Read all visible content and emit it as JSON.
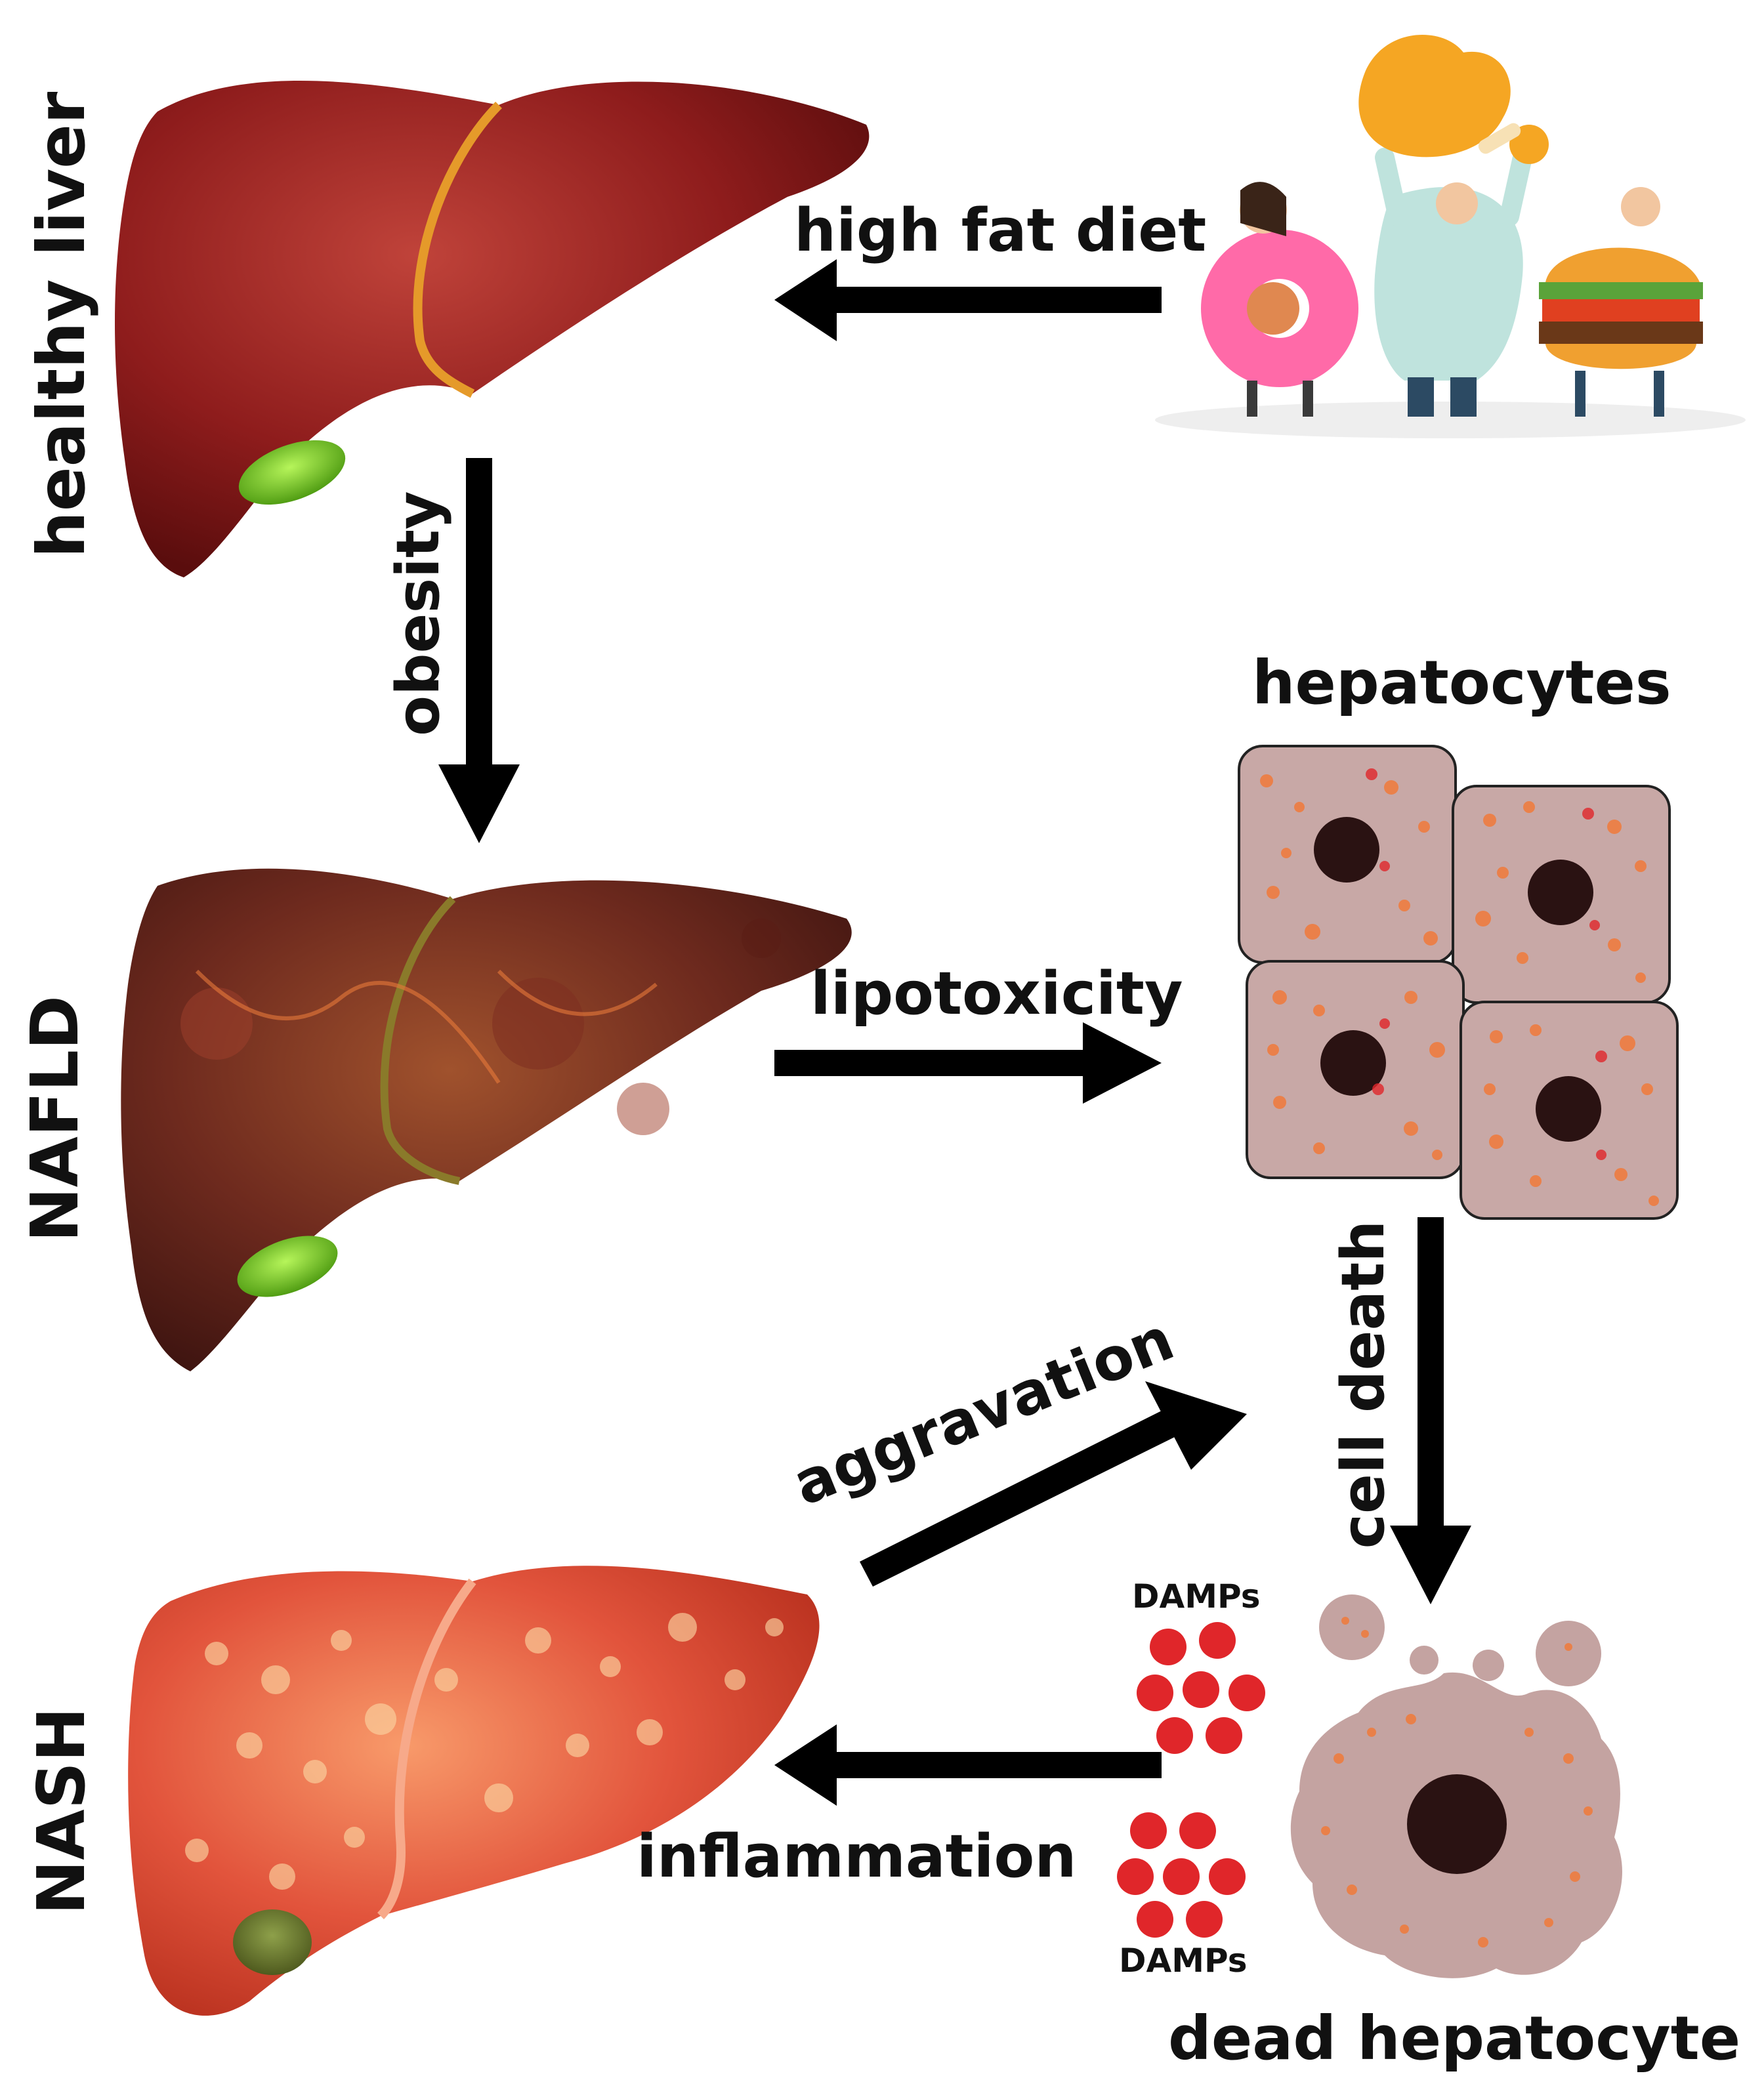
{
  "stages": {
    "healthy": "healthy liver",
    "nafld": "NAFLD",
    "nash": "NASH"
  },
  "arrows": {
    "diet": "high fat diet",
    "obesity": "obesity",
    "lipotoxicity": "lipotoxicity",
    "cell_death": "cell death",
    "aggravation": "aggravation",
    "inflammation": "inflammation"
  },
  "cells": {
    "hepatocytes": "hepatocytes",
    "dead_hepatocyte": "dead hepatocyte",
    "damps_top": "DAMPs",
    "damps_bottom": "DAMPs"
  },
  "colors": {
    "healthy_liver": "#8e1c1c",
    "nafld_liver": "#6e2a1e",
    "nash_liver": "#e2543c",
    "gallbladder": "#6fcf2a",
    "cell_fill": "#c8a8a6",
    "nucleus": "#2a1212",
    "damp": "#e0262a"
  },
  "icons": {
    "diet_scene": "junk-food-people-illustration"
  }
}
